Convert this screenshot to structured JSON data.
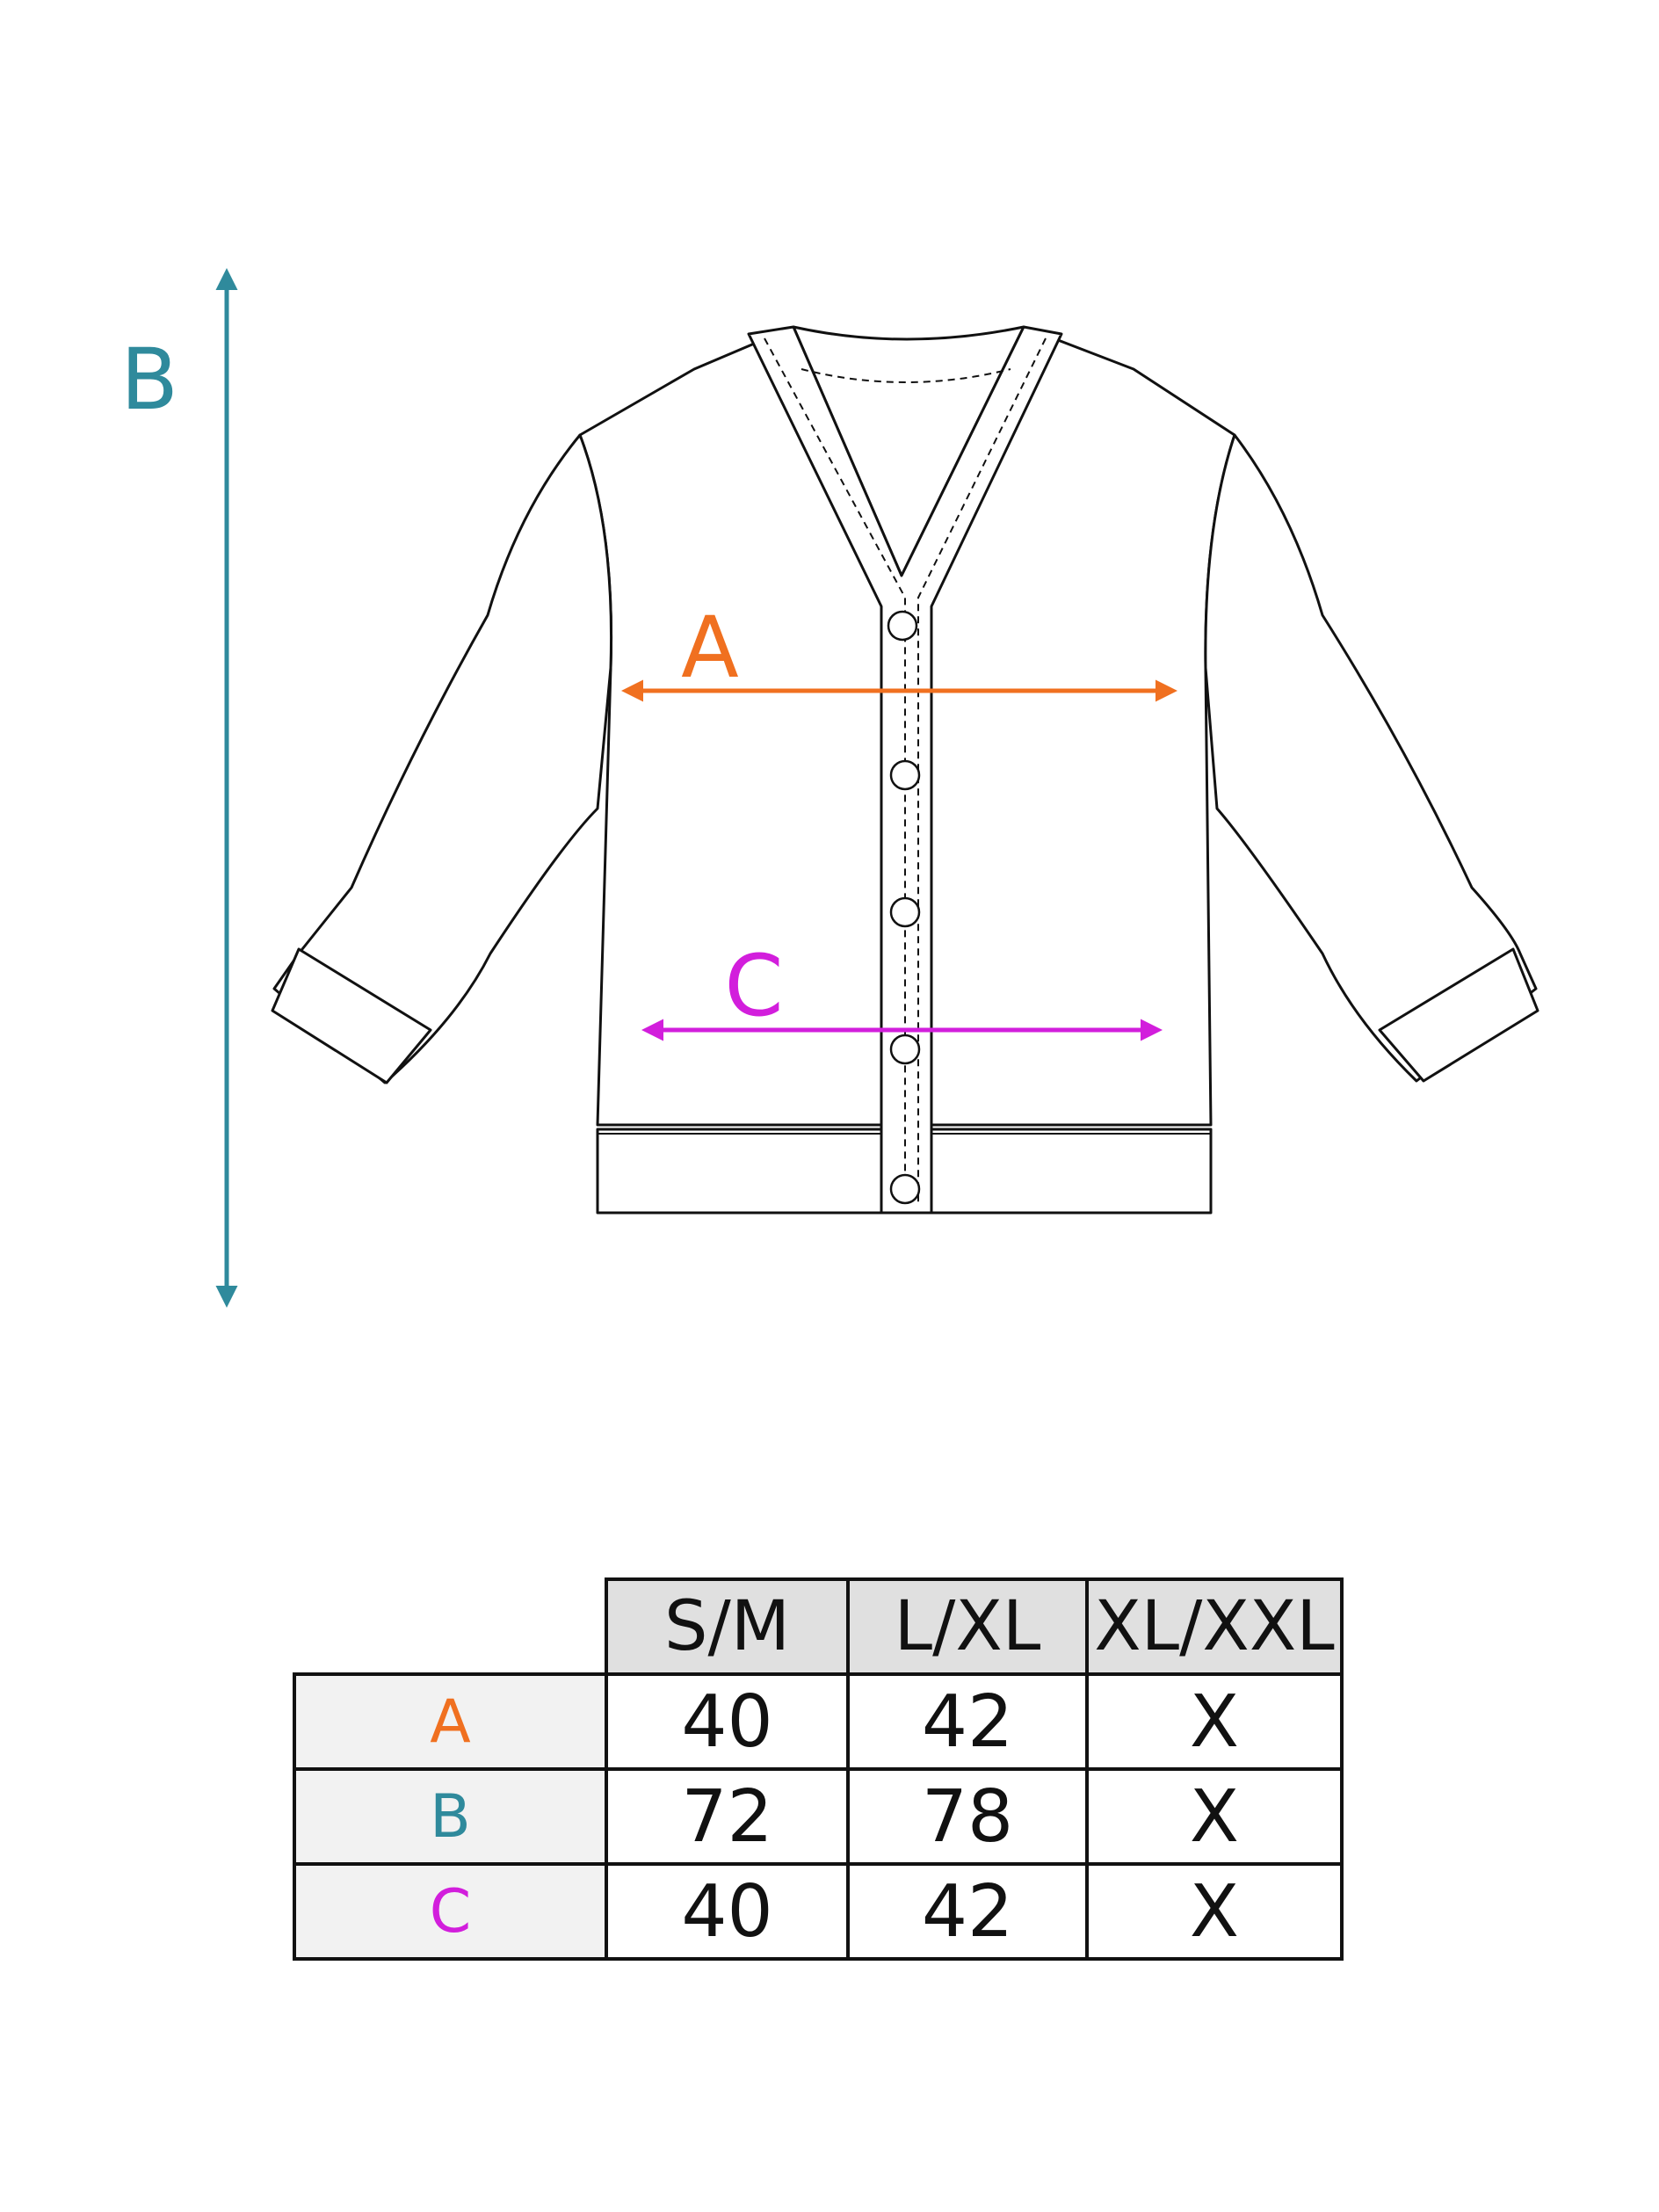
{
  "diagram": {
    "labels": [
      {
        "key": "A",
        "text": "A",
        "color": "#f07020"
      },
      {
        "key": "B",
        "text": "B",
        "color": "#2f8a9c"
      },
      {
        "key": "C",
        "text": "C",
        "color": "#d21edc"
      }
    ]
  },
  "table": {
    "headers": [
      "S/M",
      "L/XL",
      "XL/XXL"
    ],
    "rows": [
      {
        "label": "A",
        "color": "#f07020",
        "values": [
          "40",
          "42",
          "X"
        ]
      },
      {
        "label": "B",
        "color": "#2f8a9c",
        "values": [
          "72",
          "78",
          "X"
        ]
      },
      {
        "label": "C",
        "color": "#d21edc",
        "values": [
          "40",
          "42",
          "X"
        ]
      }
    ]
  }
}
